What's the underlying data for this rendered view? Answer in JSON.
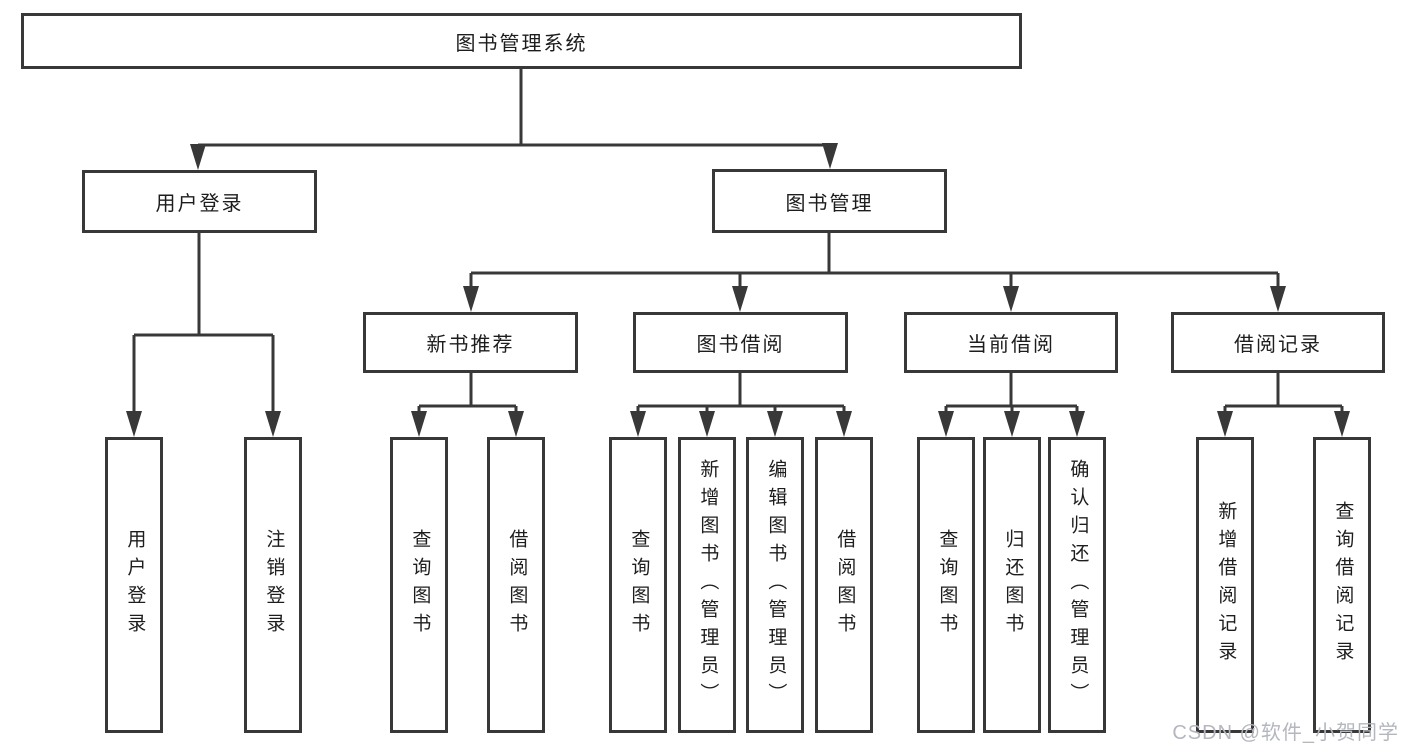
{
  "tree": {
    "label": "图书管理系统",
    "children": [
      {
        "label": "用户登录",
        "children": [
          {
            "label": "用户登录"
          },
          {
            "label": "注销登录"
          }
        ]
      },
      {
        "label": "图书管理",
        "children": [
          {
            "label": "新书推荐",
            "children": [
              {
                "label": "查询图书"
              },
              {
                "label": "借阅图书"
              }
            ]
          },
          {
            "label": "图书借阅",
            "children": [
              {
                "label": "查询图书"
              },
              {
                "label": "新增图书（管理员）"
              },
              {
                "label": "编辑图书（管理员）"
              },
              {
                "label": "借阅图书"
              }
            ]
          },
          {
            "label": "当前借阅",
            "children": [
              {
                "label": "查询图书"
              },
              {
                "label": "归还图书"
              },
              {
                "label": "确认归还（管理员）"
              }
            ]
          },
          {
            "label": "借阅记录",
            "children": [
              {
                "label": "新增借阅记录"
              },
              {
                "label": "查询借阅记录"
              }
            ]
          }
        ]
      }
    ]
  },
  "watermark": {
    "text": "CSDN @软件_小贺同学"
  },
  "colors": {
    "line": "#383838",
    "text": "#1d1d1d",
    "box_background": "#ffffff",
    "watermark": "#b4b7be"
  }
}
